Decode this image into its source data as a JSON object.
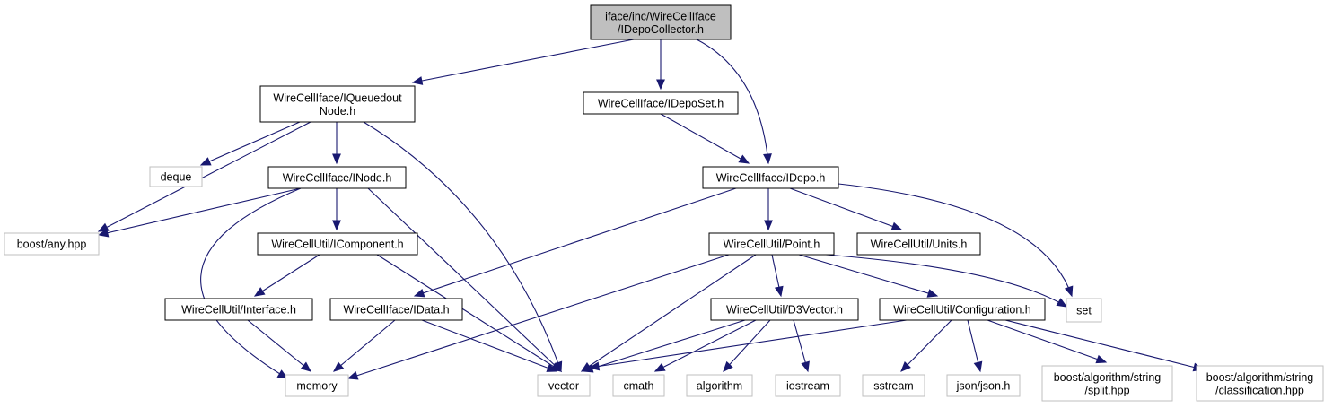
{
  "colors": {
    "root_fill": "#bfbfbf",
    "root_stroke": "#000000",
    "header_fill": "#ffffff",
    "header_stroke": "#000000",
    "external_fill": "#ffffff",
    "external_stroke": "#bfbfbf",
    "edge": "#191970",
    "text": "#000000"
  },
  "nodes": [
    {
      "id": "root",
      "lines": [
        "iface/inc/WireCellIface",
        "/IDepoCollector.h"
      ],
      "kind": "root"
    },
    {
      "id": "iqueuedout",
      "lines": [
        "WireCellIface/IQueuedout",
        "Node.h"
      ],
      "kind": "header"
    },
    {
      "id": "ideposet",
      "lines": [
        "WireCellIface/IDepoSet.h"
      ],
      "kind": "header"
    },
    {
      "id": "ideque",
      "lines": [
        "deque"
      ],
      "kind": "external"
    },
    {
      "id": "inode",
      "lines": [
        "WireCellIface/INode.h"
      ],
      "kind": "header"
    },
    {
      "id": "idepo",
      "lines": [
        "WireCellIface/IDepo.h"
      ],
      "kind": "header"
    },
    {
      "id": "boostany",
      "lines": [
        "boost/any.hpp"
      ],
      "kind": "external"
    },
    {
      "id": "icomponent",
      "lines": [
        "WireCellUtil/IComponent.h"
      ],
      "kind": "header"
    },
    {
      "id": "point",
      "lines": [
        "WireCellUtil/Point.h"
      ],
      "kind": "header"
    },
    {
      "id": "units",
      "lines": [
        "WireCellUtil/Units.h"
      ],
      "kind": "header"
    },
    {
      "id": "interface",
      "lines": [
        "WireCellUtil/Interface.h"
      ],
      "kind": "header"
    },
    {
      "id": "idata",
      "lines": [
        "WireCellIface/IData.h"
      ],
      "kind": "header"
    },
    {
      "id": "d3vector",
      "lines": [
        "WireCellUtil/D3Vector.h"
      ],
      "kind": "header"
    },
    {
      "id": "configuration",
      "lines": [
        "WireCellUtil/Configuration.h"
      ],
      "kind": "header"
    },
    {
      "id": "set",
      "lines": [
        "set"
      ],
      "kind": "external"
    },
    {
      "id": "memory",
      "lines": [
        "memory"
      ],
      "kind": "external"
    },
    {
      "id": "vector",
      "lines": [
        "vector"
      ],
      "kind": "external"
    },
    {
      "id": "cmath",
      "lines": [
        "cmath"
      ],
      "kind": "external"
    },
    {
      "id": "algorithm",
      "lines": [
        "algorithm"
      ],
      "kind": "external"
    },
    {
      "id": "iostream",
      "lines": [
        "iostream"
      ],
      "kind": "external"
    },
    {
      "id": "sstream",
      "lines": [
        "sstream"
      ],
      "kind": "external"
    },
    {
      "id": "jsonjson",
      "lines": [
        "json/json.h"
      ],
      "kind": "external"
    },
    {
      "id": "boostsplit",
      "lines": [
        "boost/algorithm/string",
        "/split.hpp"
      ],
      "kind": "external"
    },
    {
      "id": "boostclass",
      "lines": [
        "boost/algorithm/string",
        "/classification.hpp"
      ],
      "kind": "external"
    }
  ],
  "edges": [
    {
      "from": "root",
      "to": "iqueuedout"
    },
    {
      "from": "root",
      "to": "ideposet"
    },
    {
      "from": "root",
      "to": "idepo"
    },
    {
      "from": "iqueuedout",
      "to": "ideque"
    },
    {
      "from": "iqueuedout",
      "to": "boostany"
    },
    {
      "from": "iqueuedout",
      "to": "inode"
    },
    {
      "from": "iqueuedout",
      "to": "vector"
    },
    {
      "from": "ideposet",
      "to": "idepo"
    },
    {
      "from": "inode",
      "to": "boostany"
    },
    {
      "from": "inode",
      "to": "memory"
    },
    {
      "from": "inode",
      "to": "icomponent"
    },
    {
      "from": "inode",
      "to": "vector"
    },
    {
      "from": "icomponent",
      "to": "interface"
    },
    {
      "from": "icomponent",
      "to": "vector"
    },
    {
      "from": "interface",
      "to": "memory"
    },
    {
      "from": "idepo",
      "to": "idata"
    },
    {
      "from": "idepo",
      "to": "point"
    },
    {
      "from": "idepo",
      "to": "units"
    },
    {
      "from": "idepo",
      "to": "set"
    },
    {
      "from": "idata",
      "to": "memory"
    },
    {
      "from": "idata",
      "to": "vector"
    },
    {
      "from": "point",
      "to": "memory"
    },
    {
      "from": "point",
      "to": "vector"
    },
    {
      "from": "point",
      "to": "d3vector"
    },
    {
      "from": "point",
      "to": "configuration"
    },
    {
      "from": "point",
      "to": "set"
    },
    {
      "from": "d3vector",
      "to": "vector"
    },
    {
      "from": "d3vector",
      "to": "cmath"
    },
    {
      "from": "d3vector",
      "to": "algorithm"
    },
    {
      "from": "d3vector",
      "to": "iostream"
    },
    {
      "from": "configuration",
      "to": "vector"
    },
    {
      "from": "configuration",
      "to": "sstream"
    },
    {
      "from": "configuration",
      "to": "jsonjson"
    },
    {
      "from": "configuration",
      "to": "boostsplit"
    },
    {
      "from": "configuration",
      "to": "boostclass"
    }
  ]
}
